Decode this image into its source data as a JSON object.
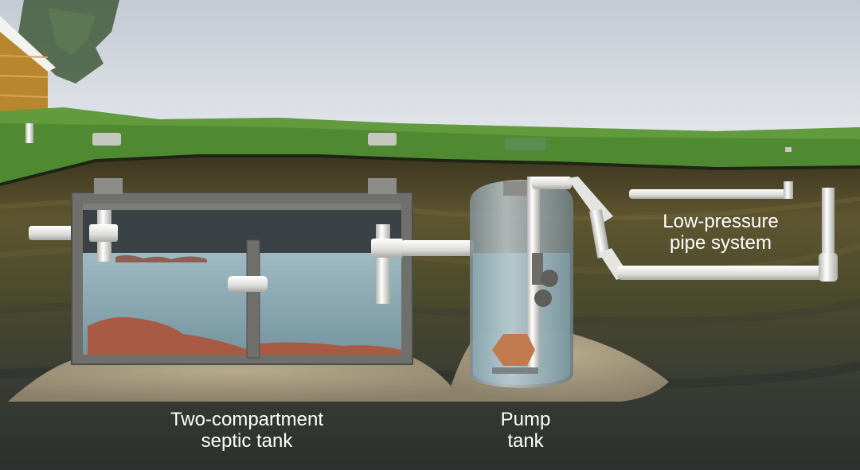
{
  "labels": {
    "septic_tank": {
      "line1": "Two-compartment",
      "line2": "septic tank"
    },
    "pump_tank": {
      "line1": "Pump",
      "line2": "tank"
    },
    "pipe_system": {
      "line1": "Low-pressure",
      "line2": "pipe system"
    }
  },
  "colors": {
    "sky": "#cfd4db",
    "grass": "#4f8a32",
    "soil": "#4a4228",
    "concrete": "#6f6f6b",
    "water": "#8fb2bd",
    "pipe": "#e8e8e4",
    "sludge": "#a85a44",
    "house": "#b8862e"
  }
}
